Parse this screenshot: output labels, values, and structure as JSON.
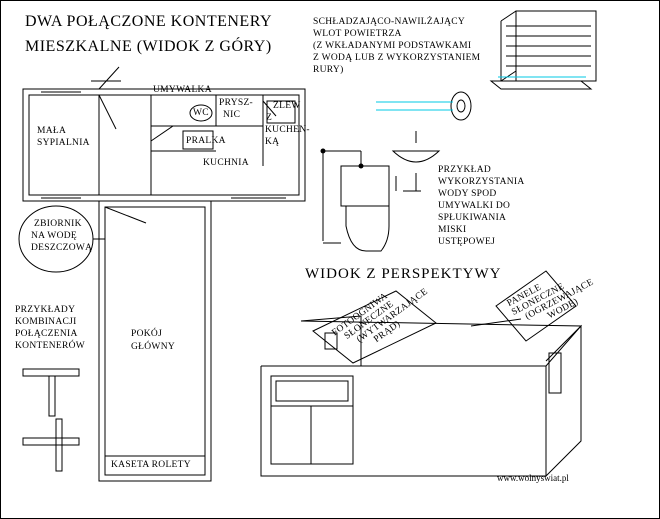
{
  "title_line1": "DWA POŁĄCZONE KONTENERY",
  "title_line2": "MIESZKALNE (WIDOK Z GÓRY)",
  "rooms": {
    "umywalka": "UMYWALKA",
    "wc": "WC",
    "prysznic_1": "PRYSZ-",
    "prysznic_2": "NIC",
    "zlew_1": "ZLEW",
    "zlew_2": "Z",
    "zlew_3": "KUCHEN-",
    "zlew_4": "KĄ",
    "pralka": "PRALKA",
    "kuchnia": "KUCHNIA",
    "sypialnia_1": "MAŁA",
    "sypialnia_2": "SYPIALNIA",
    "pokoj_1": "POKÓJ",
    "pokoj_2": "GŁÓWNY",
    "kaseta": "KASETA ROLETY"
  },
  "tank": {
    "line1": "ZBIORNIK",
    "line2": "NA WODĘ",
    "line3": "DESZCZOWĄ"
  },
  "combos": {
    "line1": "PRZYKŁADY",
    "line2": "KOMBINACJI",
    "line3": "POŁĄCZENIA",
    "line4": "KONTENERÓW"
  },
  "vent": {
    "line1": "SCHŁADZAJĄCO-NAWILŻAJĄCY",
    "line2": "WLOT POWIETRZA",
    "line3": "(Z WKŁADANYMI PODSTAWKAMI",
    "line4": "Z WODĄ LUB Z WYKORZYSTANIEM",
    "line5": "RURY)"
  },
  "sink_example": {
    "line1": "PRZYKŁAD",
    "line2": "WYKORZYSTANIA",
    "line3": "WODY SPOD",
    "line4": "UMYWALKI DO",
    "line5": "SPŁUKIWANIA",
    "line6": "MISKI",
    "line7": "USTĘPOWEJ"
  },
  "perspective_title": "WIDOK Z PERSPEKTYWY",
  "pv": {
    "line1": "FOTOOGNIWA",
    "line2": "SŁONECZNE",
    "line3": "(WYTWARZAJĄCE",
    "line4": "PRĄD)"
  },
  "solar": {
    "line1": "PANELE",
    "line2": "SŁONECZNE",
    "line3": "(OGRZEWAJĄCE",
    "line4": "WODĘ)"
  },
  "url": "www.wolnyswiat.pl",
  "colors": {
    "pipe_cyan": "#00c8e6",
    "line": "#000000",
    "background": "#ffffff"
  }
}
